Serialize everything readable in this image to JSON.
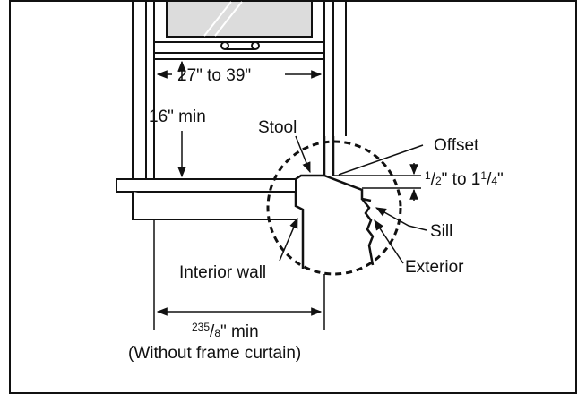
{
  "labels": {
    "width_range": "27\" to 39\"",
    "height_min": "16\" min",
    "stool": "Stool",
    "offset": "Offset",
    "sill": "Sill",
    "exterior": "Exterior",
    "interior_wall": "Interior wall",
    "offset_range": {
      "a_num": "1",
      "a_den": "2",
      "mid": "\" to 1",
      "b_num": "1",
      "b_den": "4",
      "end": "\""
    },
    "depth_min": {
      "whole": "23",
      "num": "5",
      "den": "8",
      "suffix": "\" min"
    },
    "depth_note": "(Without frame curtain)"
  },
  "colors": {
    "line": "#111111",
    "glass": "#dcdcdc",
    "background": "#ffffff"
  }
}
